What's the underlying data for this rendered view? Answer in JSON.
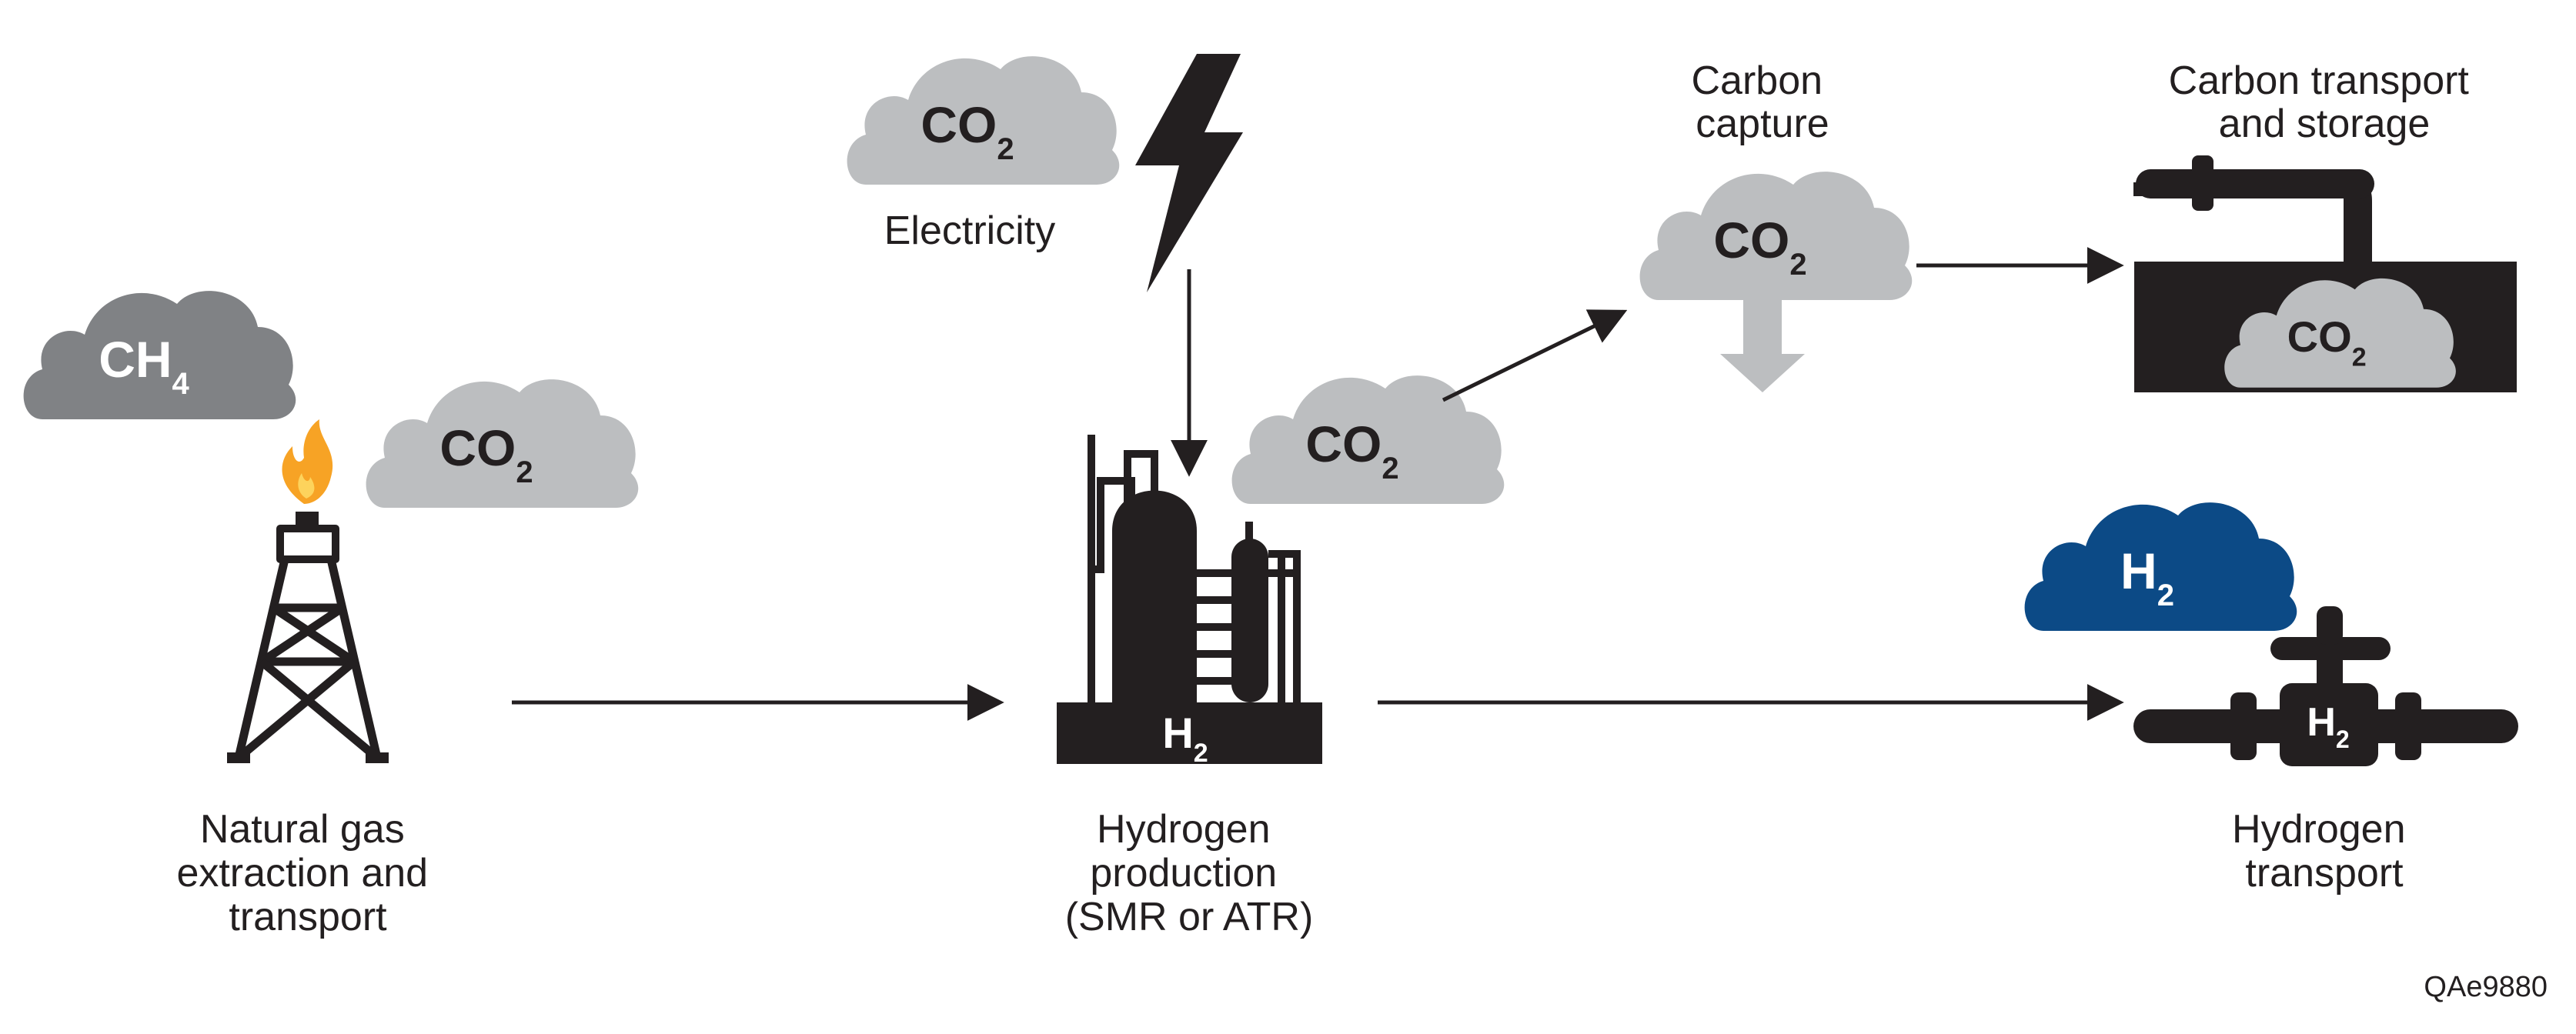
{
  "labels": {
    "natural_gas": [
      "Natural gas",
      "extraction and",
      "transport"
    ],
    "hydrogen_production": [
      "Hydrogen",
      "production",
      "(SMR or ATR)"
    ],
    "hydrogen_transport": [
      "Hydrogen",
      "transport"
    ],
    "electricity": "Electricity",
    "carbon_capture": [
      "Carbon",
      "capture"
    ],
    "carbon_storage": [
      "Carbon transport",
      "and storage"
    ],
    "figure_code": "QAe9880"
  },
  "clouds": {
    "ch4": {
      "main": "CH",
      "sub": "4"
    },
    "co2": {
      "main": "CO",
      "sub": "2"
    },
    "h2": {
      "main": "H",
      "sub": "2"
    }
  },
  "badges": {
    "production_h2": {
      "main": "H",
      "sub": "2"
    },
    "valve_h2": {
      "main": "H",
      "sub": "2"
    }
  },
  "colors": {
    "ink": "#231f20",
    "cloud_gray": "#bcbec0",
    "cloud_dark_gray": "#808285",
    "hydrogen_blue": "#0c4a86",
    "flame_orange": "#f7a325",
    "flame_yellow": "#fdd35c"
  }
}
